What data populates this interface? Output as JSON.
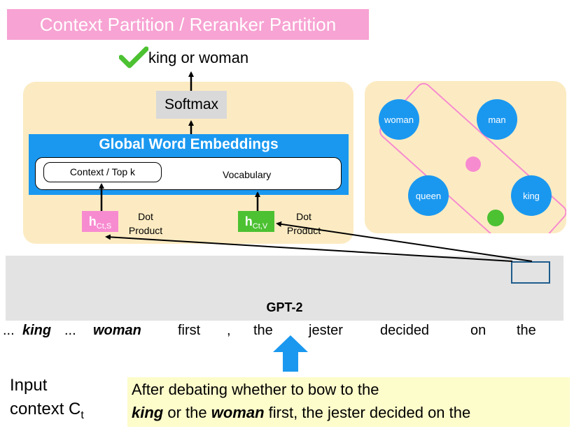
{
  "title": "Context Partition / Reranker Partition",
  "answer": "king or woman",
  "softmax_label": "Softmax",
  "gwe": {
    "title": "Global Word Embeddings",
    "context_topk": "Context / Top k",
    "vocabulary": "Vocabulary"
  },
  "hidden": {
    "s_main": "h",
    "s_sub": "Ct,S",
    "v_main": "h",
    "v_sub": "Ct,V",
    "dot_line1": "Dot",
    "dot_line2": "Product"
  },
  "embedding_space": {
    "words": [
      "woman",
      "man",
      "queen",
      "king"
    ],
    "colors": {
      "word_circle": "#1a98f0",
      "pink_dot": "#f78bd0",
      "green_dot": "#4cc132",
      "box_outline": "#f78bd0"
    }
  },
  "gpt_label": "GPT-2",
  "tokens": [
    "...",
    "king",
    "...",
    "woman",
    "first",
    ",",
    "the",
    "jester",
    "decided",
    "on",
    "the"
  ],
  "input": {
    "label_line1": "Input",
    "label_line2_main": "context C",
    "label_line2_sub": "t",
    "context_line1": "After debating whether to bow to the",
    "ctx_king": "king",
    "ctx_or_the": " or the ",
    "ctx_woman": "woman",
    "ctx_rest": " first, the jester decided on the"
  },
  "colors": {
    "banner": "#f7a3d3",
    "panel": "#fcebc2",
    "gwe_blue": "#1a98f0",
    "check_green": "#4cc132",
    "gpt_band": "#e3e3e3",
    "context_box": "#fdfccb",
    "arrow_blue": "#1a98f0"
  }
}
